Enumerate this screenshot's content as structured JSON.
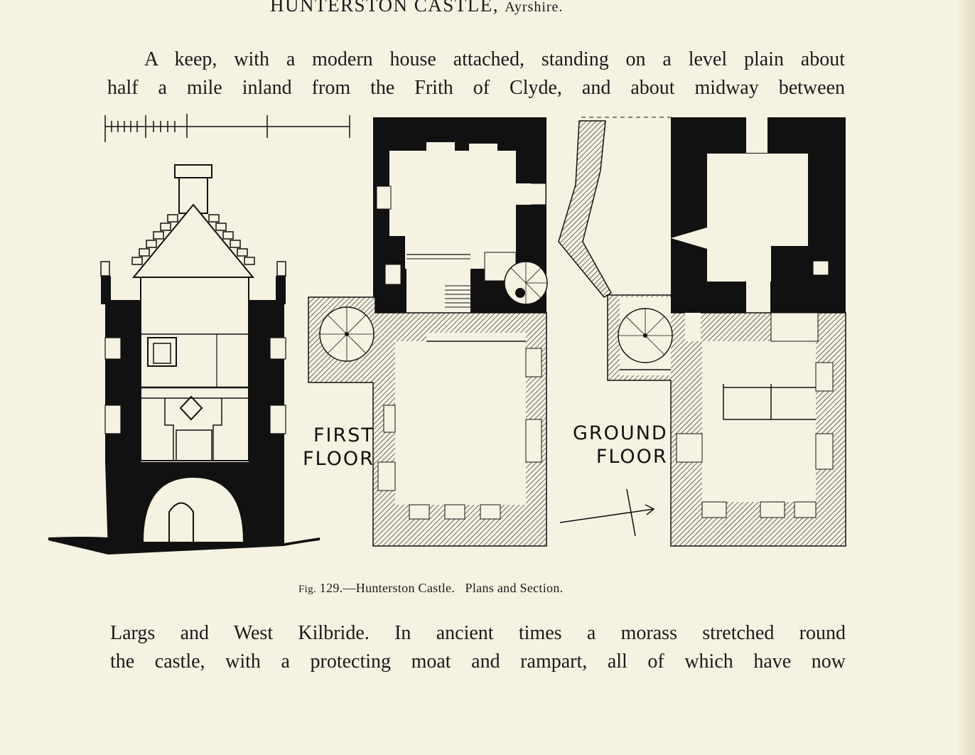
{
  "running_head": {
    "title": "HUNTERSTON CASTLE,",
    "county": "Ayrshire."
  },
  "text_top": {
    "line1": "A keep, with a modern house attached, standing on a level plain about",
    "line2": "half a mile inland from the Frith of Clyde, and about midway between"
  },
  "figure": {
    "first_floor_label": {
      "line1": "FIRST",
      "line2": "FLOOR"
    },
    "ground_floor_label": {
      "line1": "GROUND",
      "line2": "FLOOR"
    },
    "caption": {
      "fig_prefix": "Fig.",
      "text": " 129.—Hunterston Castle.   Plans and Section."
    }
  },
  "text_bottom": {
    "line1": "Largs and West Kilbride.  In ancient times a morass stretched round",
    "line2": "the castle, with a protecting moat and rampart, all of which have now"
  },
  "colors": {
    "paper": "#f6f2e2",
    "ink": "#111111"
  }
}
